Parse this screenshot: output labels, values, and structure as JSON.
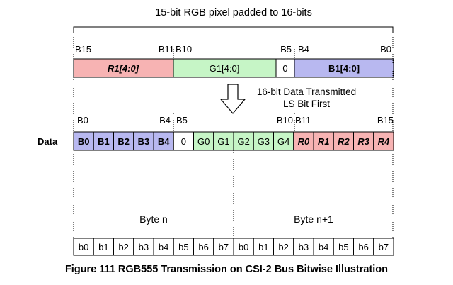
{
  "title": "15-bit RGB pixel padded to 16-bits",
  "pixel": {
    "bit_labels": [
      "B15",
      "B11",
      "B10",
      "B5",
      "B4",
      "B0"
    ],
    "fields": [
      {
        "label": "R1[4:0]",
        "color": "#f7b3b3",
        "italic": true,
        "bold": true
      },
      {
        "label": "G1[4:0]",
        "color": "#c6f5c6",
        "italic": false,
        "bold": false
      },
      {
        "label": "0",
        "color": "#ffffff",
        "italic": false,
        "bold": false
      },
      {
        "label": "B1[4:0]",
        "color": "#b8b8f0",
        "italic": false,
        "bold": true
      }
    ]
  },
  "arrow_text": [
    "16-bit Data Transmitted",
    "LS Bit First"
  ],
  "data": {
    "row_label": "Data",
    "bit_labels": [
      "B0",
      "B4",
      "B5",
      "B10",
      "B11",
      "B15"
    ],
    "cells": [
      {
        "label": "B0",
        "color": "#b8b8f0",
        "bold": true,
        "italic": false
      },
      {
        "label": "B1",
        "color": "#b8b8f0",
        "bold": true,
        "italic": false
      },
      {
        "label": "B2",
        "color": "#b8b8f0",
        "bold": true,
        "italic": false
      },
      {
        "label": "B3",
        "color": "#b8b8f0",
        "bold": true,
        "italic": false
      },
      {
        "label": "B4",
        "color": "#b8b8f0",
        "bold": true,
        "italic": false
      },
      {
        "label": "0",
        "color": "#ffffff",
        "bold": false,
        "italic": false
      },
      {
        "label": "G0",
        "color": "#c6f5c6",
        "bold": false,
        "italic": false
      },
      {
        "label": "G1",
        "color": "#c6f5c6",
        "bold": false,
        "italic": false
      },
      {
        "label": "G2",
        "color": "#c6f5c6",
        "bold": false,
        "italic": false
      },
      {
        "label": "G3",
        "color": "#c6f5c6",
        "bold": false,
        "italic": false
      },
      {
        "label": "G4",
        "color": "#c6f5c6",
        "bold": false,
        "italic": false
      },
      {
        "label": "R0",
        "color": "#f7b3b3",
        "bold": true,
        "italic": true
      },
      {
        "label": "R1",
        "color": "#f7b3b3",
        "bold": true,
        "italic": true
      },
      {
        "label": "R2",
        "color": "#f7b3b3",
        "bold": true,
        "italic": true
      },
      {
        "label": "R3",
        "color": "#f7b3b3",
        "bold": true,
        "italic": true
      },
      {
        "label": "R4",
        "color": "#f7b3b3",
        "bold": true,
        "italic": true
      }
    ]
  },
  "bytes": [
    "Byte n",
    "Byte n+1"
  ],
  "byte_bits": [
    "b0",
    "b1",
    "b2",
    "b3",
    "b4",
    "b5",
    "b6",
    "b7",
    "b0",
    "b1",
    "b2",
    "b3",
    "b4",
    "b5",
    "b6",
    "b7"
  ],
  "caption": "Figure 111 RGB555 Transmission on CSI-2 Bus Bitwise Illustration"
}
